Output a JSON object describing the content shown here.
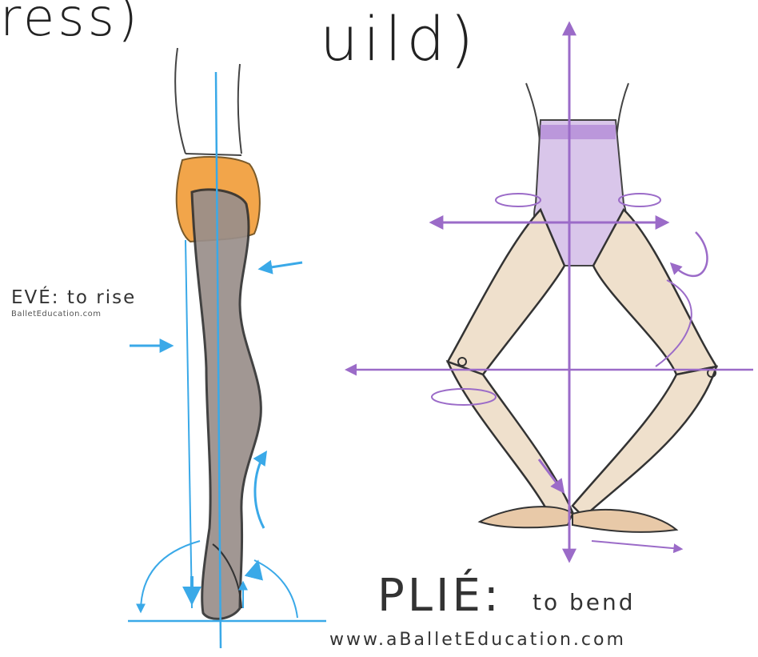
{
  "headings": {
    "left_fragment": "ress)",
    "right_fragment": "uild)"
  },
  "releve": {
    "label": "EVÉ: to rise",
    "credit": "BalletEducation.com"
  },
  "plie": {
    "label": "PLIÉ:",
    "sublabel": "to bend",
    "url": "www.aBalletEducation.com"
  },
  "colors": {
    "leotard_orange": "#f2a54a",
    "tights_gray": "#9a8f8a",
    "guide_blue": "#3aa9e8",
    "guide_purple": "#9b6bc8",
    "leotard_lilac": "#d9c6ea",
    "skin": "#efe0cc"
  }
}
